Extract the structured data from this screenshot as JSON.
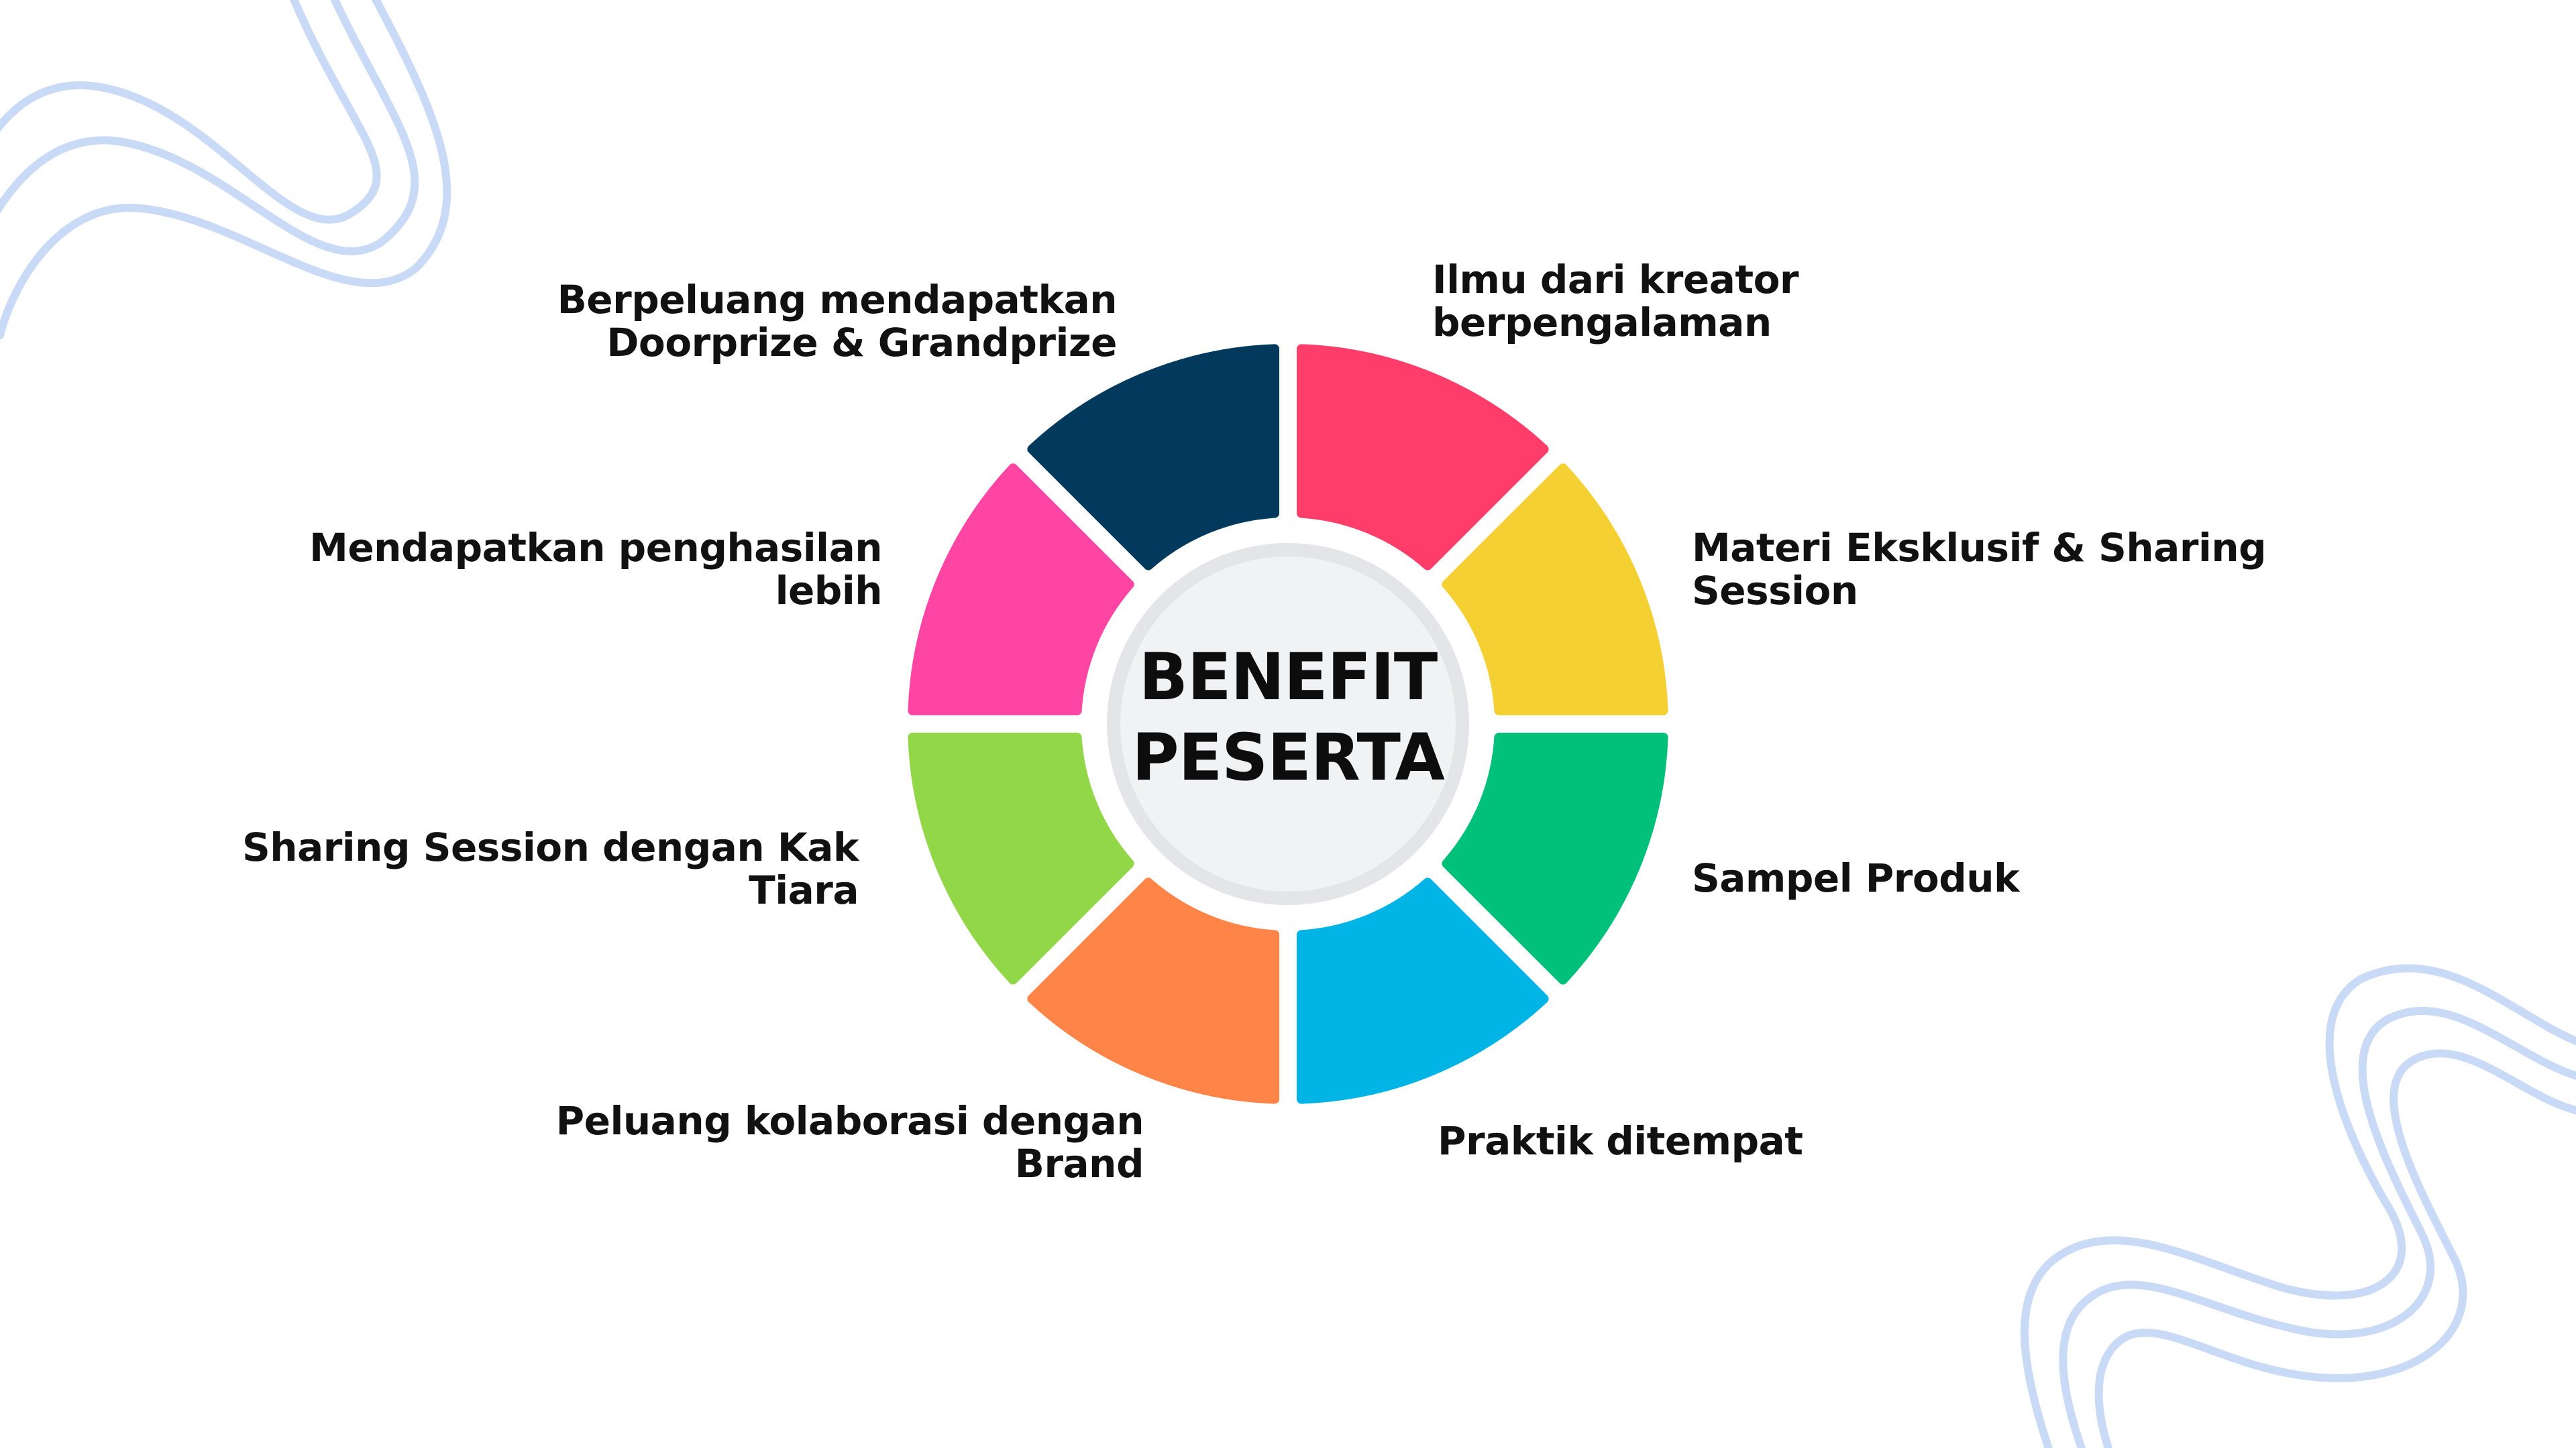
{
  "center": {
    "line1": "BENEFIT",
    "line2": "PESERTA"
  },
  "benefits": [
    {
      "line1": "Ilmu dari kreator",
      "line2": "berpengalaman",
      "color": "#ff3d6b"
    },
    {
      "line1": "Materi Eksklusif & Sharing",
      "line2": "Session",
      "color": "#f5d033"
    },
    {
      "line1": "Sampel Produk",
      "line2": "",
      "color": "#00c07a"
    },
    {
      "line1": "Praktik ditempat",
      "line2": "",
      "color": "#00b4e6"
    },
    {
      "line1": "Peluang kolaborasi dengan",
      "line2": "Brand",
      "color": "#ff8447"
    },
    {
      "line1": "Sharing Session dengan Kak",
      "line2": "Tiara",
      "color": "#92d747"
    },
    {
      "line1": "Mendapatkan penghasilan",
      "line2": "lebih",
      "color": "#ff45a4"
    },
    {
      "line1": "Berpeluang mendapatkan",
      "line2": "Doorprize & Grandprize",
      "color": "#02395d"
    }
  ],
  "colors": {
    "center_fill": "#f1f2f4",
    "center_ring": "#e4e5e8",
    "decor_wave": "#c8daf5"
  }
}
